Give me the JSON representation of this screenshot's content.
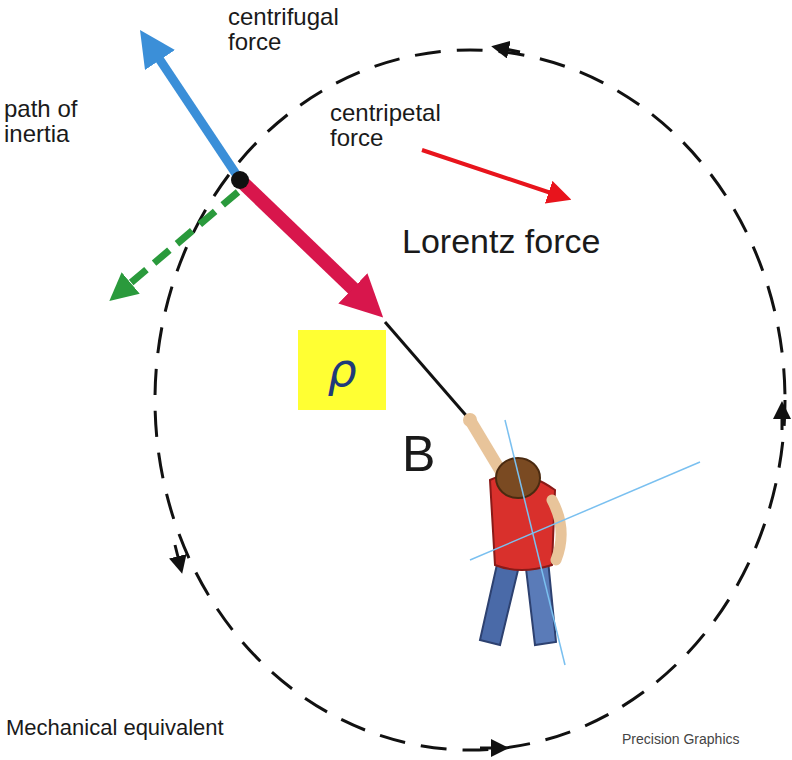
{
  "diagram": {
    "nodes": [
      {
        "text": [
          "ρ"
        ]
      }
    ],
    "labels": [
      "centrifugal force",
      "path of inertia",
      "centripetal force",
      "Lorentz force",
      "B",
      "Mechanical equivalent",
      "Precision Graphics"
    ]
  }
}
